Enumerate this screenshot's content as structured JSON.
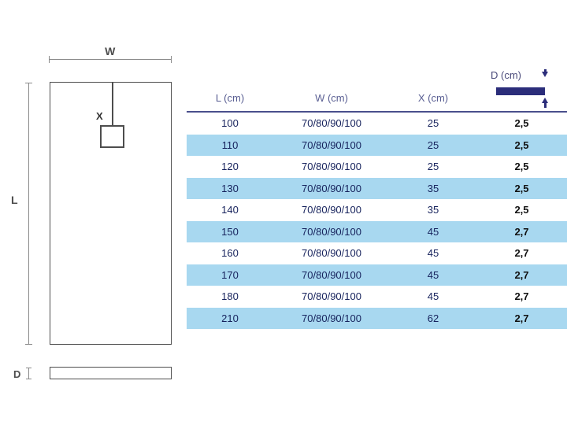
{
  "diagram": {
    "width_label": "W",
    "length_label": "L",
    "drain_offset_label": "X",
    "depth_label": "D",
    "shapes": {
      "tray_top_view": "rectangle",
      "drain": "square",
      "profile_view": "thin-bar"
    }
  },
  "legend": {
    "depth_label": "D (cm)",
    "bar_color": "#2b2d7a",
    "arrow_up": "arrow-up",
    "arrow_down": "arrow-down"
  },
  "table": {
    "headers": [
      "L (cm)",
      "W (cm)",
      "X (cm)",
      ""
    ],
    "header_color": "#5a5f93",
    "row_alt_color": "#a8d8f0",
    "rows": [
      {
        "l": "100",
        "w": "70/80/90/100",
        "x": "25",
        "d": "2,5"
      },
      {
        "l": "110",
        "w": "70/80/90/100",
        "x": "25",
        "d": "2,5"
      },
      {
        "l": "120",
        "w": "70/80/90/100",
        "x": "25",
        "d": "2,5"
      },
      {
        "l": "130",
        "w": "70/80/90/100",
        "x": "35",
        "d": "2,5"
      },
      {
        "l": "140",
        "w": "70/80/90/100",
        "x": "35",
        "d": "2,5"
      },
      {
        "l": "150",
        "w": "70/80/90/100",
        "x": "45",
        "d": "2,7"
      },
      {
        "l": "160",
        "w": "70/80/90/100",
        "x": "45",
        "d": "2,7"
      },
      {
        "l": "170",
        "w": "70/80/90/100",
        "x": "45",
        "d": "2,7"
      },
      {
        "l": "180",
        "w": "70/80/90/100",
        "x": "45",
        "d": "2,7"
      },
      {
        "l": "210",
        "w": "70/80/90/100",
        "x": "62",
        "d": "2,7"
      }
    ]
  }
}
